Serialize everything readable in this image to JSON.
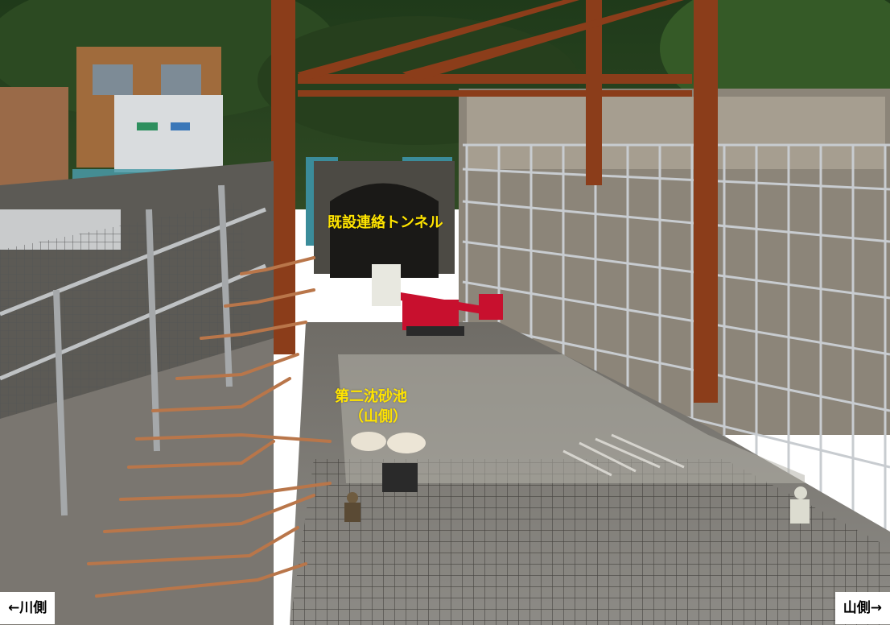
{
  "labels": {
    "tunnel": "既設連絡トンネル",
    "basin_line1": "第二沈砂池",
    "basin_line2": "（山側）",
    "river_side": "←川側",
    "mountain_side": "山側→"
  },
  "colors": {
    "label_text": "#ffe400",
    "side_label_bg": "#ffffff",
    "rebar": "#b9764a",
    "scaffold": "#c8ccd0",
    "steel_beam": "#8b3d1a"
  }
}
